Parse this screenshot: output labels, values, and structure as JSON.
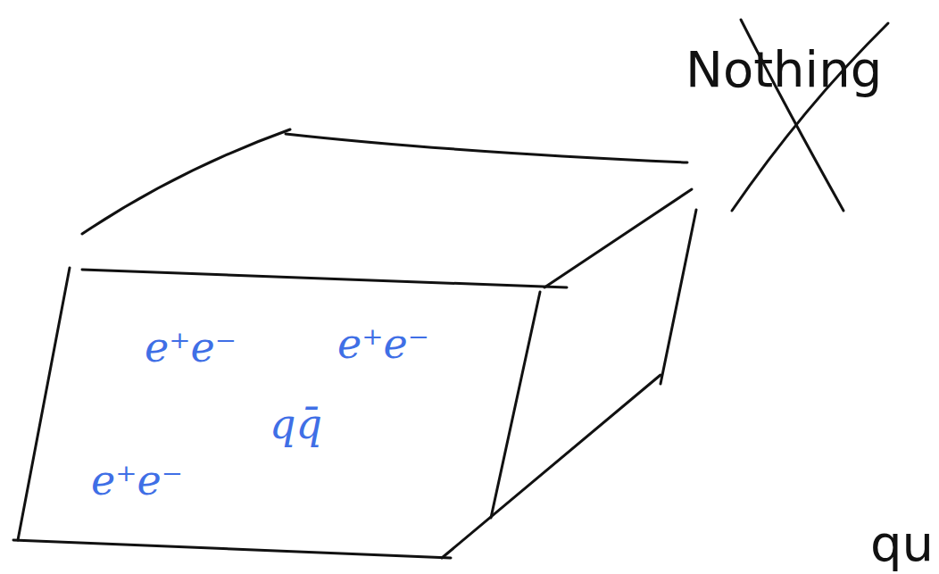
{
  "diagram": {
    "nodes": [
      {
        "text": [
          "e⁺e⁻",
          "e⁺e⁻",
          "qq̄",
          "e⁺e⁻"
        ]
      }
    ],
    "labels": [
      "Nothing",
      "qu"
    ]
  }
}
